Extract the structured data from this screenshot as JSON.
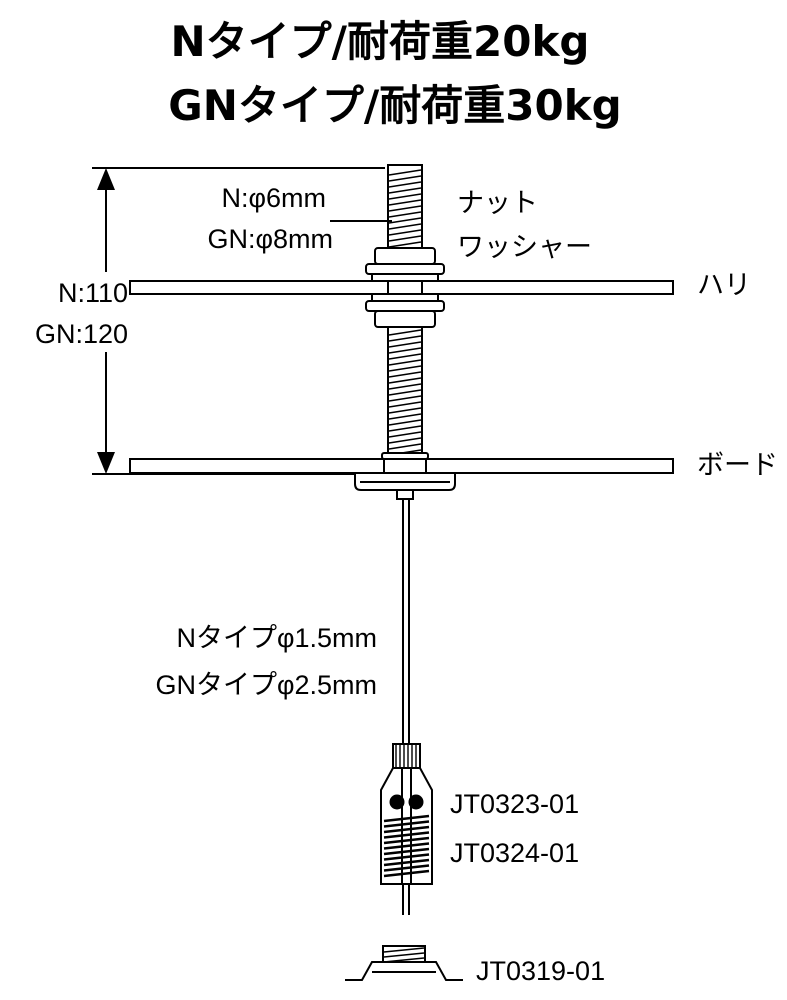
{
  "title": {
    "line1": "Nタイプ/耐荷重20kg",
    "line2": "GNタイプ/耐荷重30kg"
  },
  "bolt_diameter": {
    "n": "N:φ6mm",
    "gn": "GN:φ8mm"
  },
  "fastener_labels": {
    "nut": "ナット",
    "washer": "ワッシャー"
  },
  "beam_label": "ハリ",
  "board_label": "ボード",
  "length_labels": {
    "n": "N:110",
    "gn": "GN:120"
  },
  "wire_diameter": {
    "n": "Nタイプφ1.5mm",
    "gn": "GNタイプφ2.5mm"
  },
  "part_numbers": {
    "gripper_1": "JT0323-01",
    "gripper_2": "JT0324-01",
    "cap": "JT0319-01"
  }
}
